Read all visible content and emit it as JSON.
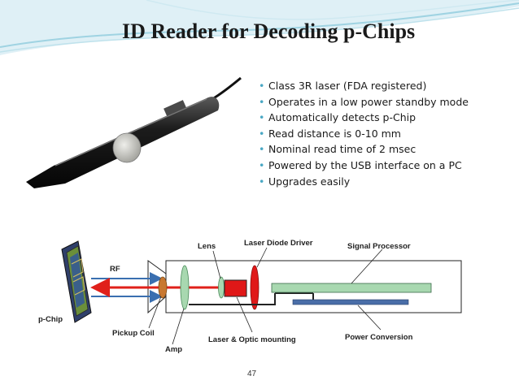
{
  "slide": {
    "title": "ID Reader for Decoding p-Chips",
    "bullets": [
      "Class 3R laser (FDA registered)",
      "Operates in a low power standby mode",
      "Automatically detects p-Chip",
      "Read distance is 0-10 mm",
      "Nominal read time of 2 msec",
      "Powered by the USB interface on a PC",
      "Upgrades easily"
    ],
    "bullet_glyph": "•",
    "page_number": "47"
  },
  "diagram": {
    "labels": {
      "lens": "Lens",
      "laser_diode_driver": "Laser Diode Driver",
      "signal_processor": "Signal Processor",
      "rf": "RF",
      "p_chip": "p-Chip",
      "pickup_coil": "Pickup Coil",
      "amp": "Amp",
      "laser_optic_mounting": "Laser & Optic mounting",
      "power_conversion": "Power Conversion"
    },
    "colors": {
      "accent_wave": "#5fb8d0",
      "rf_arrow": "#3a6fb0",
      "laser_arrow": "#e0201a",
      "laser_block": "#e01818",
      "lens_green": "#a8d8b0",
      "pickup_coil": "#c87830",
      "signal_processor": "#a8d8b0",
      "power_conversion": "#4a6ea8"
    }
  }
}
